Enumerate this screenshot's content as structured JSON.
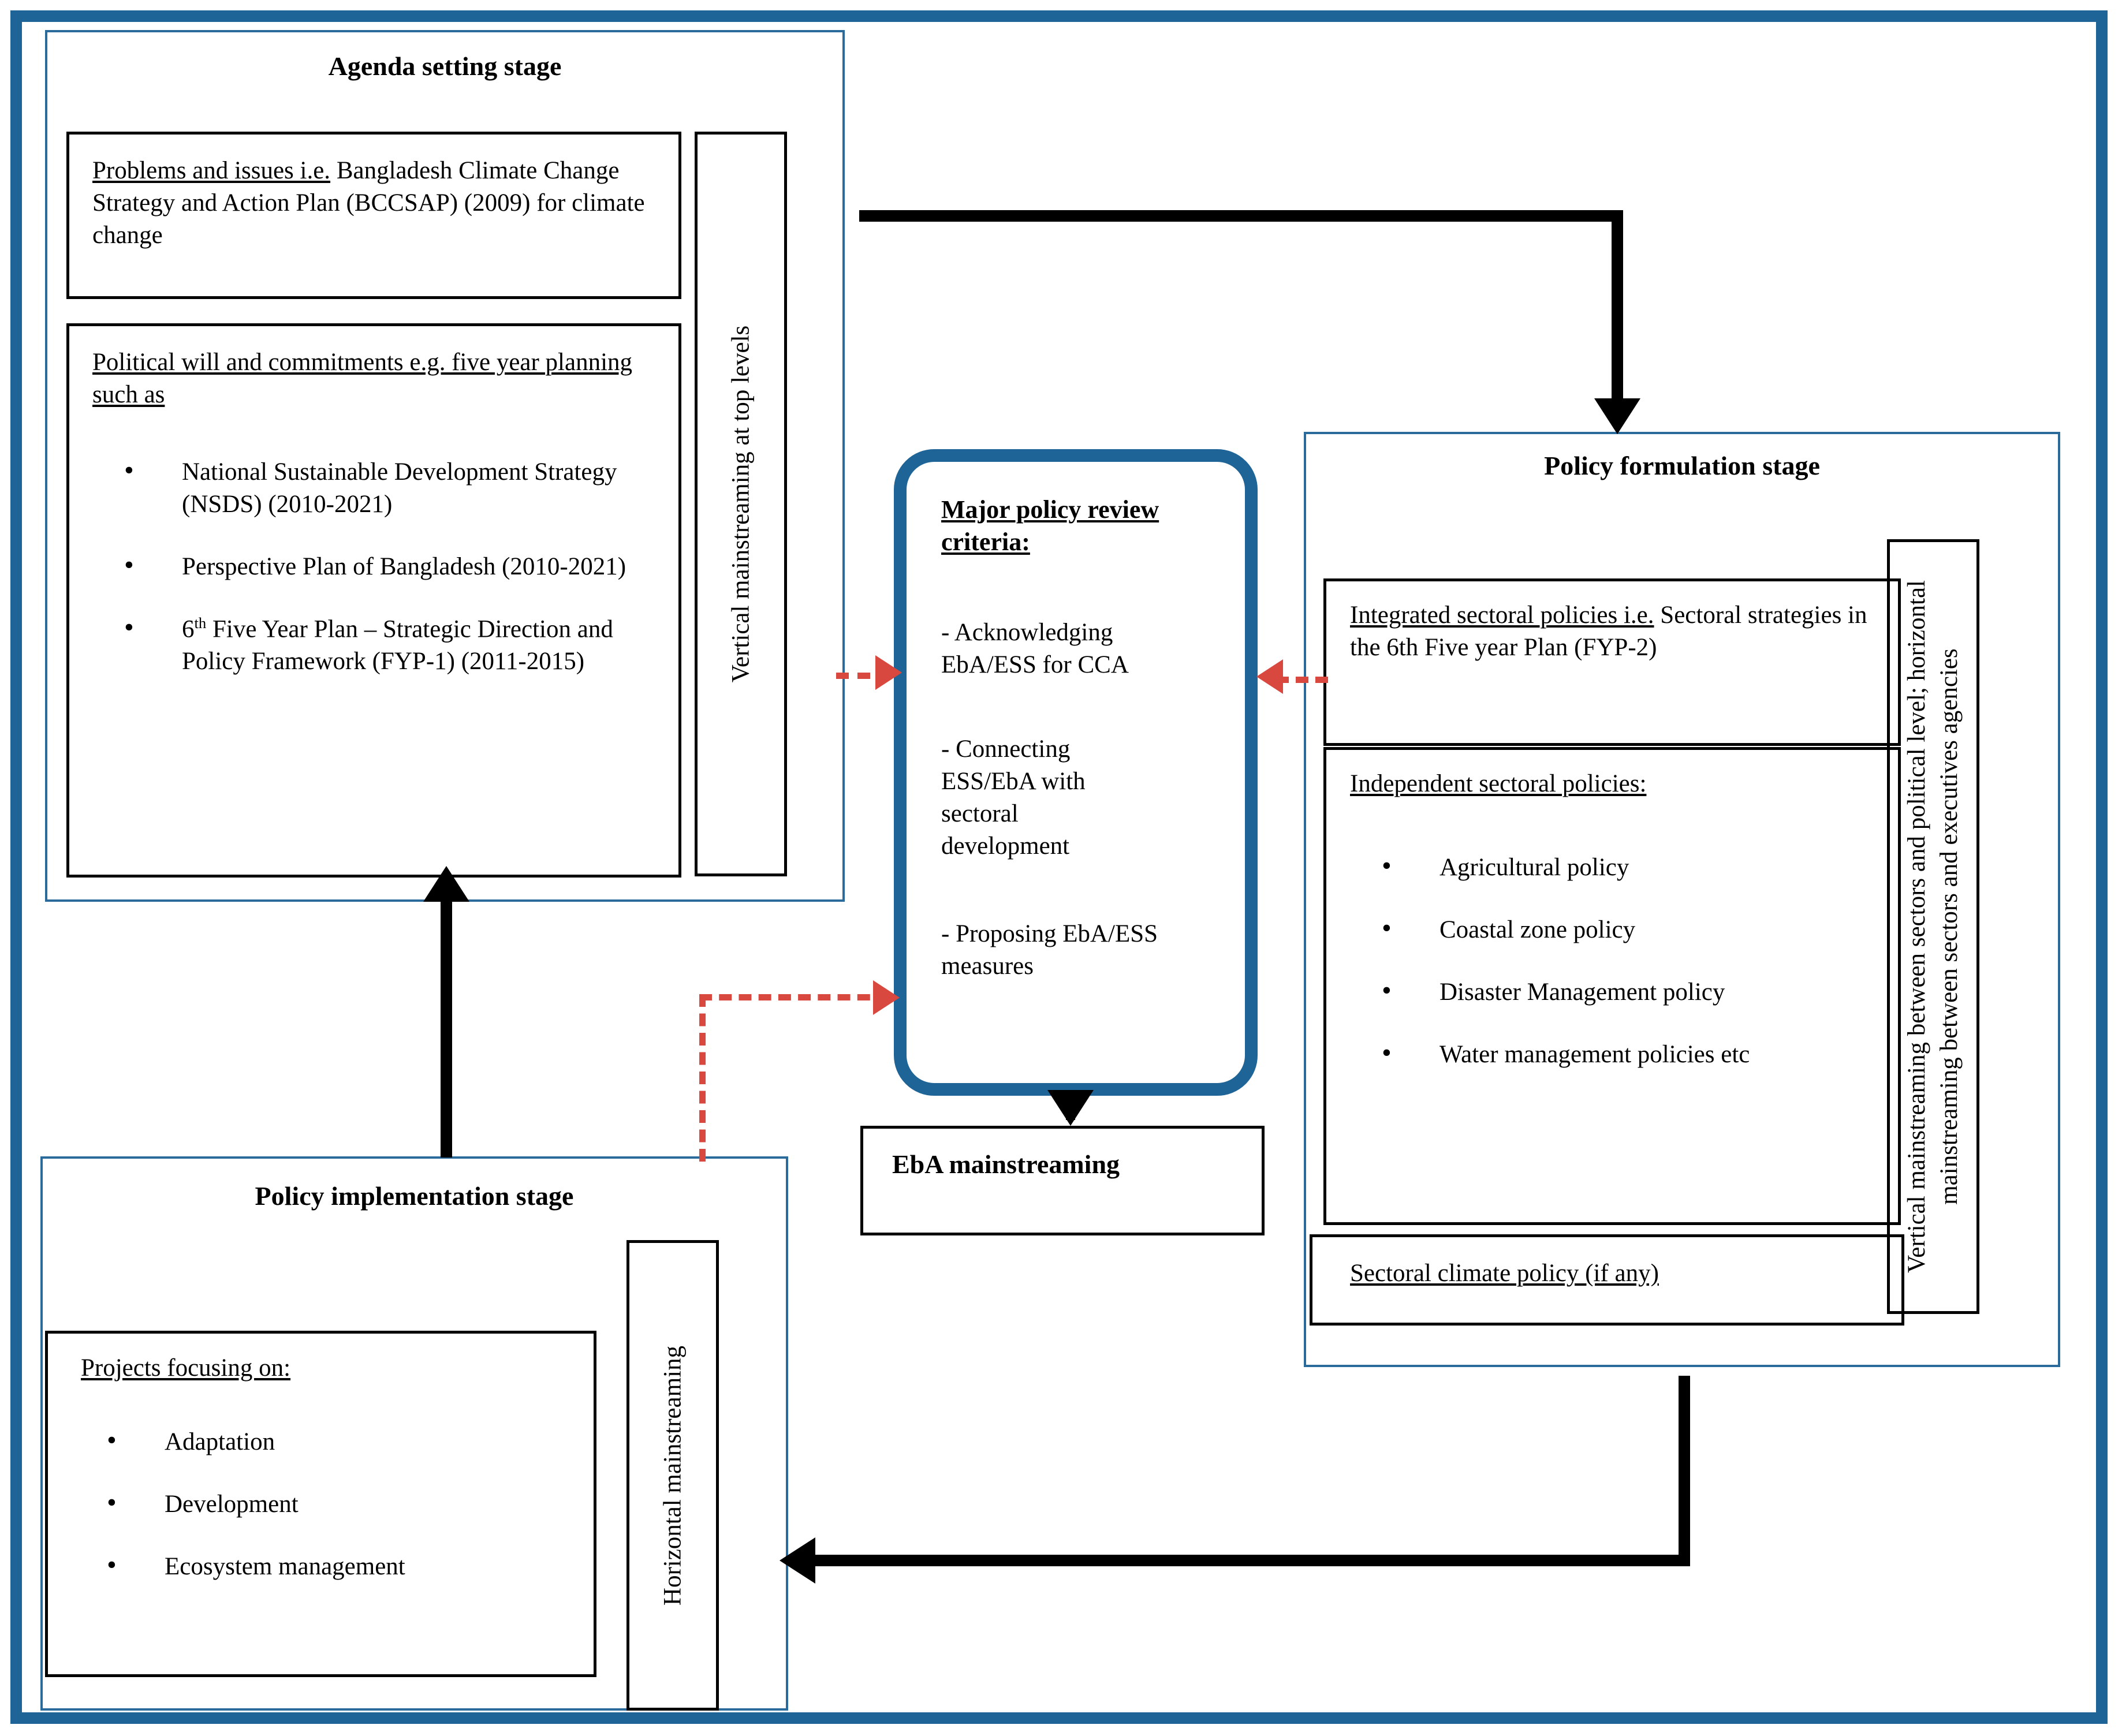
{
  "diagram": {
    "title_hidden": "",
    "colors": {
      "frame_blue": "#1f6496",
      "box_blue": "#2a6b9c",
      "arrow_black": "#000000",
      "dotted_red": "#d9483f"
    }
  },
  "agenda_stage": {
    "title": "Agenda setting stage",
    "problems_box": {
      "underlined_lead": "Problems and issues i.e.",
      "rest": " Bangladesh Climate Change Strategy and Action Plan (BCCSAP) (2009) for climate change"
    },
    "political_box": {
      "underlined_lead": "Political will and commitments e.g. five year planning such as",
      "items": [
        "National Sustainable Development Strategy (NSDS) (2010-2021)",
        "Perspective Plan of Bangladesh (2010-2021)",
        "6th Five Year Plan – Strategic Direction and Policy Framework (FYP-1) (2011-2015)"
      ],
      "item3_sup_base": "6",
      "item3_sup": "th",
      "item3_rest": " Five Year Plan – Strategic Direction and Policy Framework (FYP-1) (2011-2015)"
    },
    "vertical_label": "Vertical mainstreaming at top levels"
  },
  "central": {
    "heading": "Major policy review criteria:",
    "criteria": [
      "- Acknowledging EbA/ESS for CCA",
      "- Connecting ESS/EbA with sectoral development",
      "- Proposing EbA/ESS measures"
    ],
    "output_box": "EbA mainstreaming"
  },
  "formulation_stage": {
    "title": "Policy formulation stage",
    "integrated_box": {
      "underlined_lead": "Integrated sectoral policies i.e.",
      "rest": " Sectoral strategies in the 6th Five year Plan (FYP-2)"
    },
    "independent_box": {
      "underlined_lead": "Independent sectoral policies:",
      "items": [
        "Agricultural policy",
        "Coastal zone policy",
        "Disaster Management policy",
        "Water management policies etc"
      ]
    },
    "sectoral_climate_box": "Sectoral climate policy (if any)",
    "vertical_label": "Vertical mainstreaming between sectors and political level; horizontal mainstreaming between sectors and executives agencies"
  },
  "implementation_stage": {
    "title": "Policy implementation stage",
    "projects_box": {
      "underlined_lead": "Projects focusing on:",
      "items": [
        "Adaptation",
        "Development",
        "Ecosystem management"
      ]
    },
    "vertical_label": "Horizontal mainstreaming"
  }
}
